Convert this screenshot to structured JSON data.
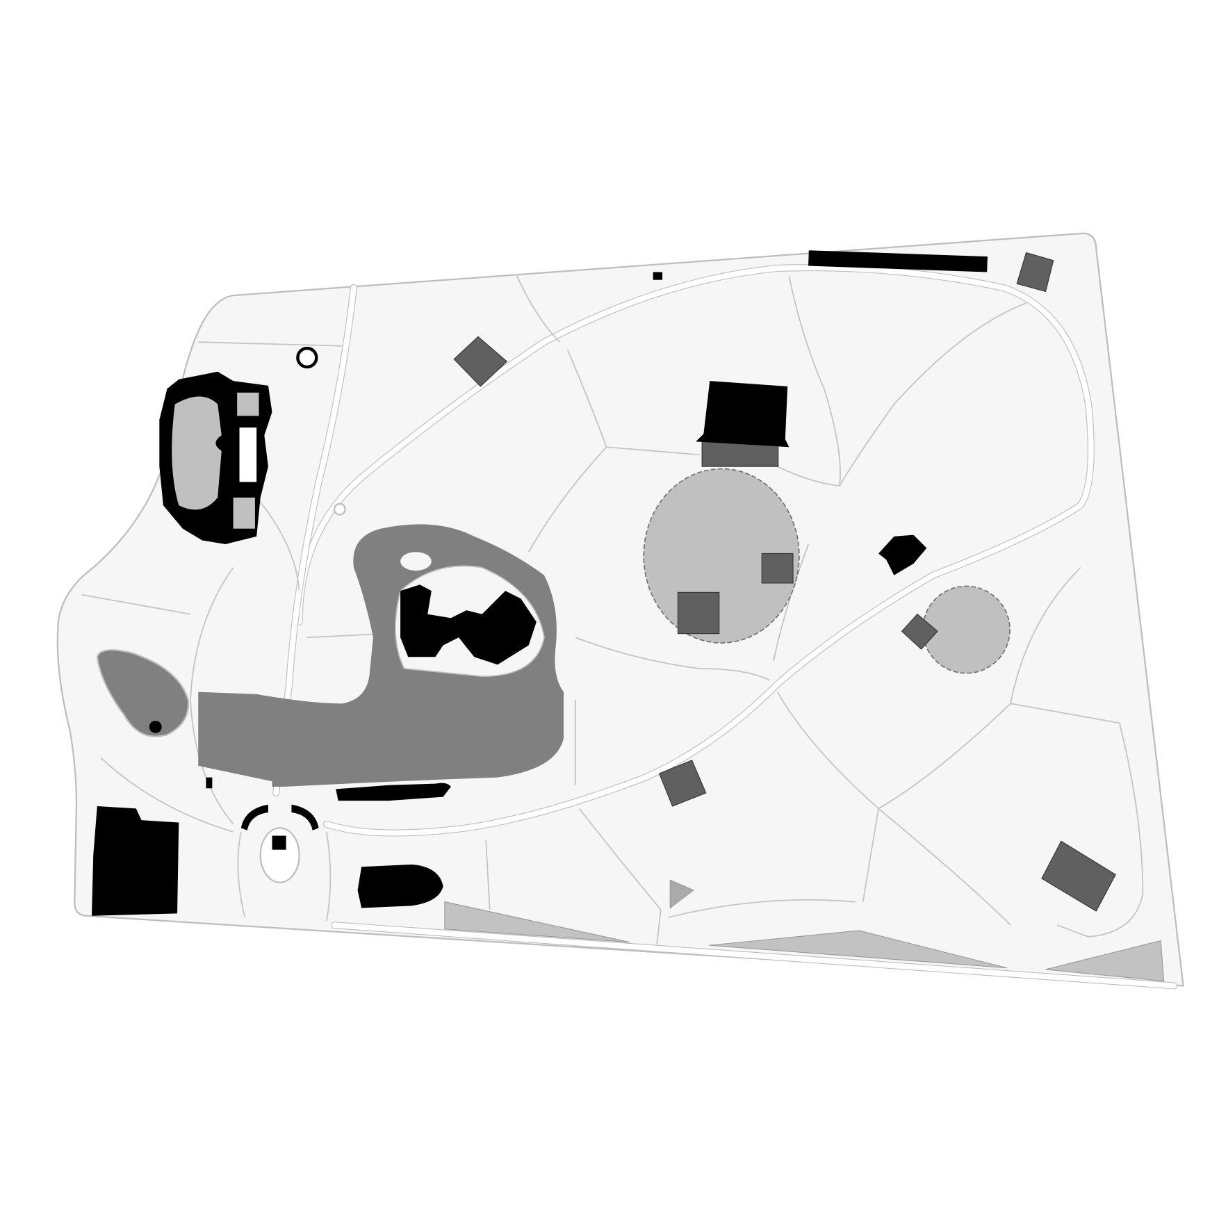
{
  "map": {
    "colors": {
      "background": "#ffffff",
      "lawn": "#f6f6f6",
      "path_outline": "#c4c4c4",
      "building": "#000000",
      "water": "#808080",
      "plaza": "#c0c0c0",
      "pavilion": "#606060",
      "planting": "#c2c2c2"
    },
    "features": {
      "buildings": 8,
      "pavilions": 7,
      "ponds": 2,
      "circular_lawns": 2,
      "planting_beds": 3
    }
  }
}
